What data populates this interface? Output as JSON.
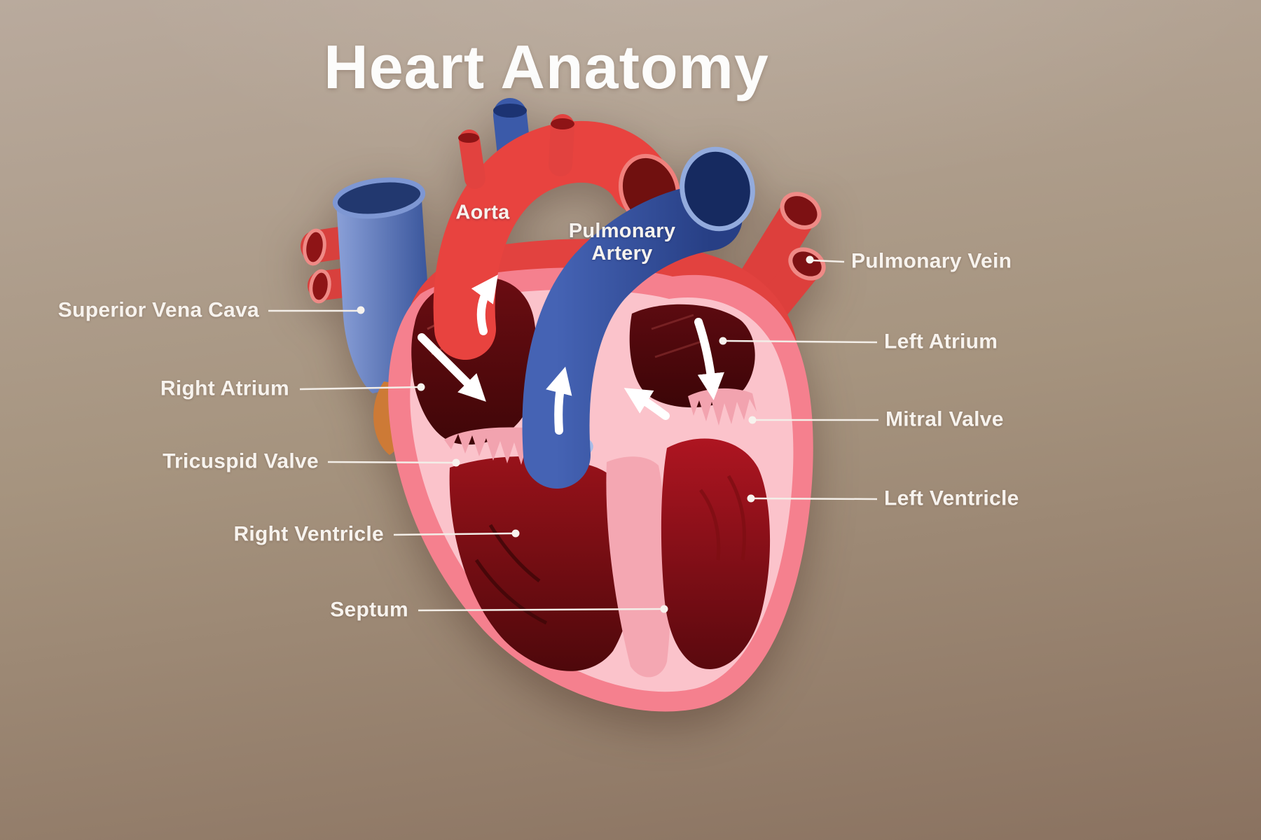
{
  "title": "Heart Anatomy",
  "inline_labels": {
    "aorta": "Aorta",
    "pulmonary_artery": "Pulmonary\nArtery"
  },
  "callouts": {
    "left": [
      {
        "text": "Superior Vena Cava"
      },
      {
        "text": "Right Atrium"
      },
      {
        "text": "Tricuspid Valve"
      },
      {
        "text": "Right Ventricle"
      },
      {
        "text": "Septum"
      }
    ],
    "right": [
      {
        "text": "Pulmonary Vein"
      },
      {
        "text": "Left Atrium"
      },
      {
        "text": "Mitral Valve"
      },
      {
        "text": "Left Ventricle"
      }
    ]
  },
  "colors": {
    "background_top": "#b9aa9d",
    "background_bottom": "#8a7260",
    "artery_red": "#e2423f",
    "vein_blue": "#33539f",
    "heart_outer_pink": "#f5808e",
    "heart_wall_pink": "#fbc3cb",
    "chamber_dark_red": "#5a0b0f",
    "label_white": "#f7f3ee"
  }
}
